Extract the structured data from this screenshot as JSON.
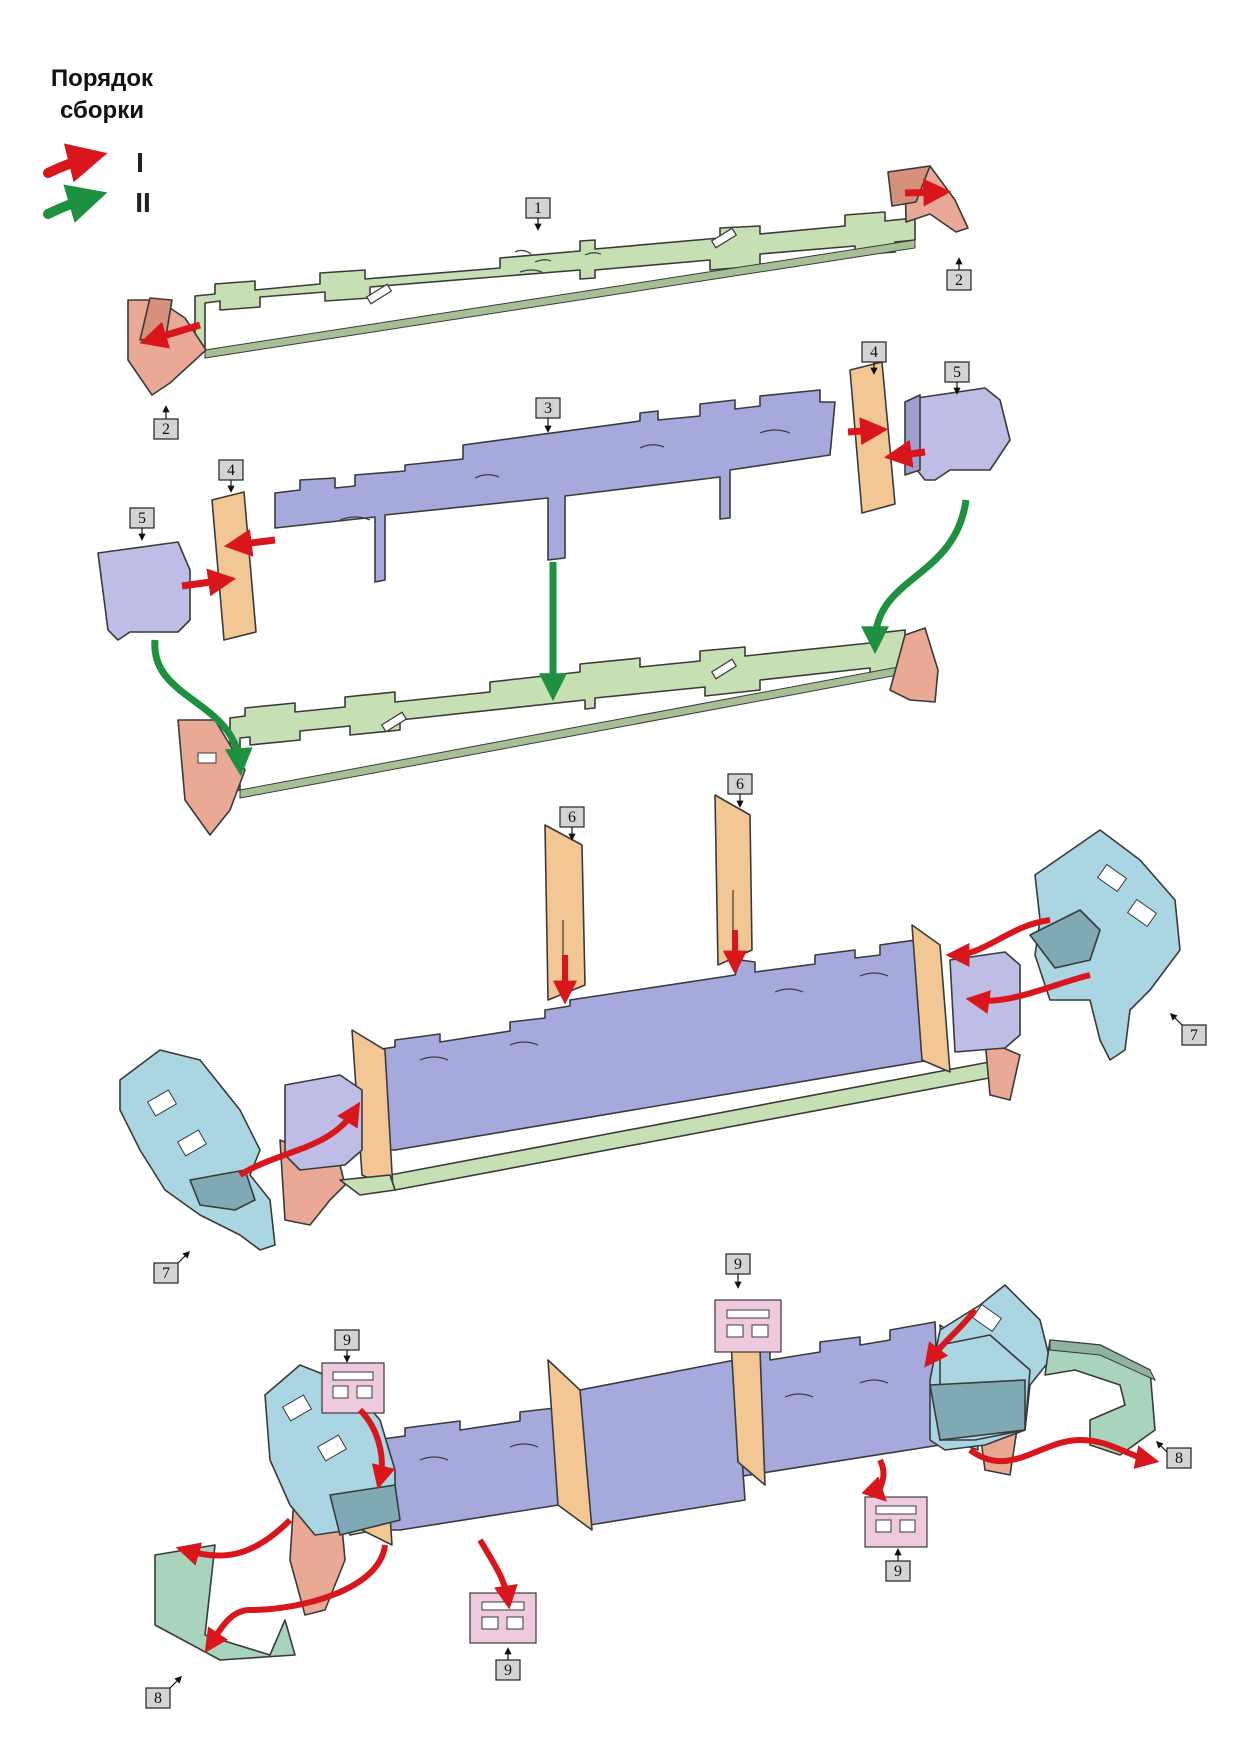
{
  "legend": {
    "title_line1": "Порядок",
    "title_line2": "сборки",
    "steps": [
      {
        "label": "I",
        "color": "#d8161b"
      },
      {
        "label": "II",
        "color": "#1e9140"
      }
    ]
  },
  "colors": {
    "base_plate": "#c7e0b3",
    "end_bracket": "#e9a995",
    "side_wall": "#a5a9dc",
    "end_panel": "#f2c794",
    "corner_block": "#bebde6",
    "cab_nose": "#a9d6e2",
    "roof_strip": "#a7d4bb",
    "window_insert": "#efc9de",
    "arrow_step_1": "#d8161b",
    "arrow_step_2": "#1e9140"
  },
  "part_labels": {
    "s1_plate": "1",
    "s1_bracket_right": "2",
    "s1_bracket_left": "2",
    "s2_wall": "3",
    "s2_panel_right": "4",
    "s2_panel_left": "4",
    "s2_block_right": "5",
    "s2_block_left": "5",
    "s3_divider_left": "6",
    "s3_divider_right": "6",
    "s3_nose_right": "7",
    "s3_nose_left": "7",
    "s4_insert_top": "9",
    "s4_insert_upper_left": "9",
    "s4_insert_lower_left": "9",
    "s4_insert_lower_right": "9",
    "s4_strip_right": "8",
    "s4_strip_left": "8"
  }
}
